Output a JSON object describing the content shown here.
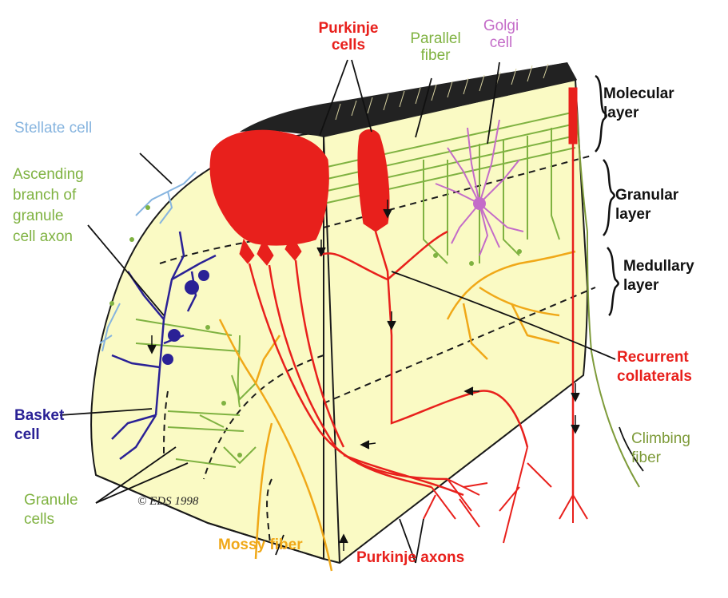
{
  "labels": {
    "purkinje_cells": "Purkinje\ncells",
    "parallel_fiber": "Parallel\nfiber",
    "golgi_cell": "Golgi\ncell",
    "stellate_cell": "Stellate cell",
    "ascending_branch": "Ascending\nbranch of\ngranule\ncell axon",
    "molecular_layer": "Molecular\nlayer",
    "granular_layer": "Granular\nlayer",
    "medullary_layer": "Medullary\nlayer",
    "recurrent_collaterals": "Recurrent\ncollaterals",
    "basket_cell": "Basket\ncell",
    "climbing_fiber": "Climbing\nfiber",
    "granule_cells": "Granule\ncells",
    "copyright": "© EDS 1998",
    "mossy_fiber": "Mossy fiber",
    "purkinje_axons": "Purkinje axons"
  },
  "colors": {
    "background": "#ffffff",
    "tissue": "#fafac4",
    "outline": "#1a1a1a",
    "purkinje": "#e8201c",
    "parallel": "#7fb241",
    "golgi": "#c46cc8",
    "stellate": "#86b4df",
    "basket": "#2a2196",
    "granule": "#7fb241",
    "mossy": "#f0a818",
    "climbing": "#7e9b3a",
    "label_dark": "#111111"
  }
}
